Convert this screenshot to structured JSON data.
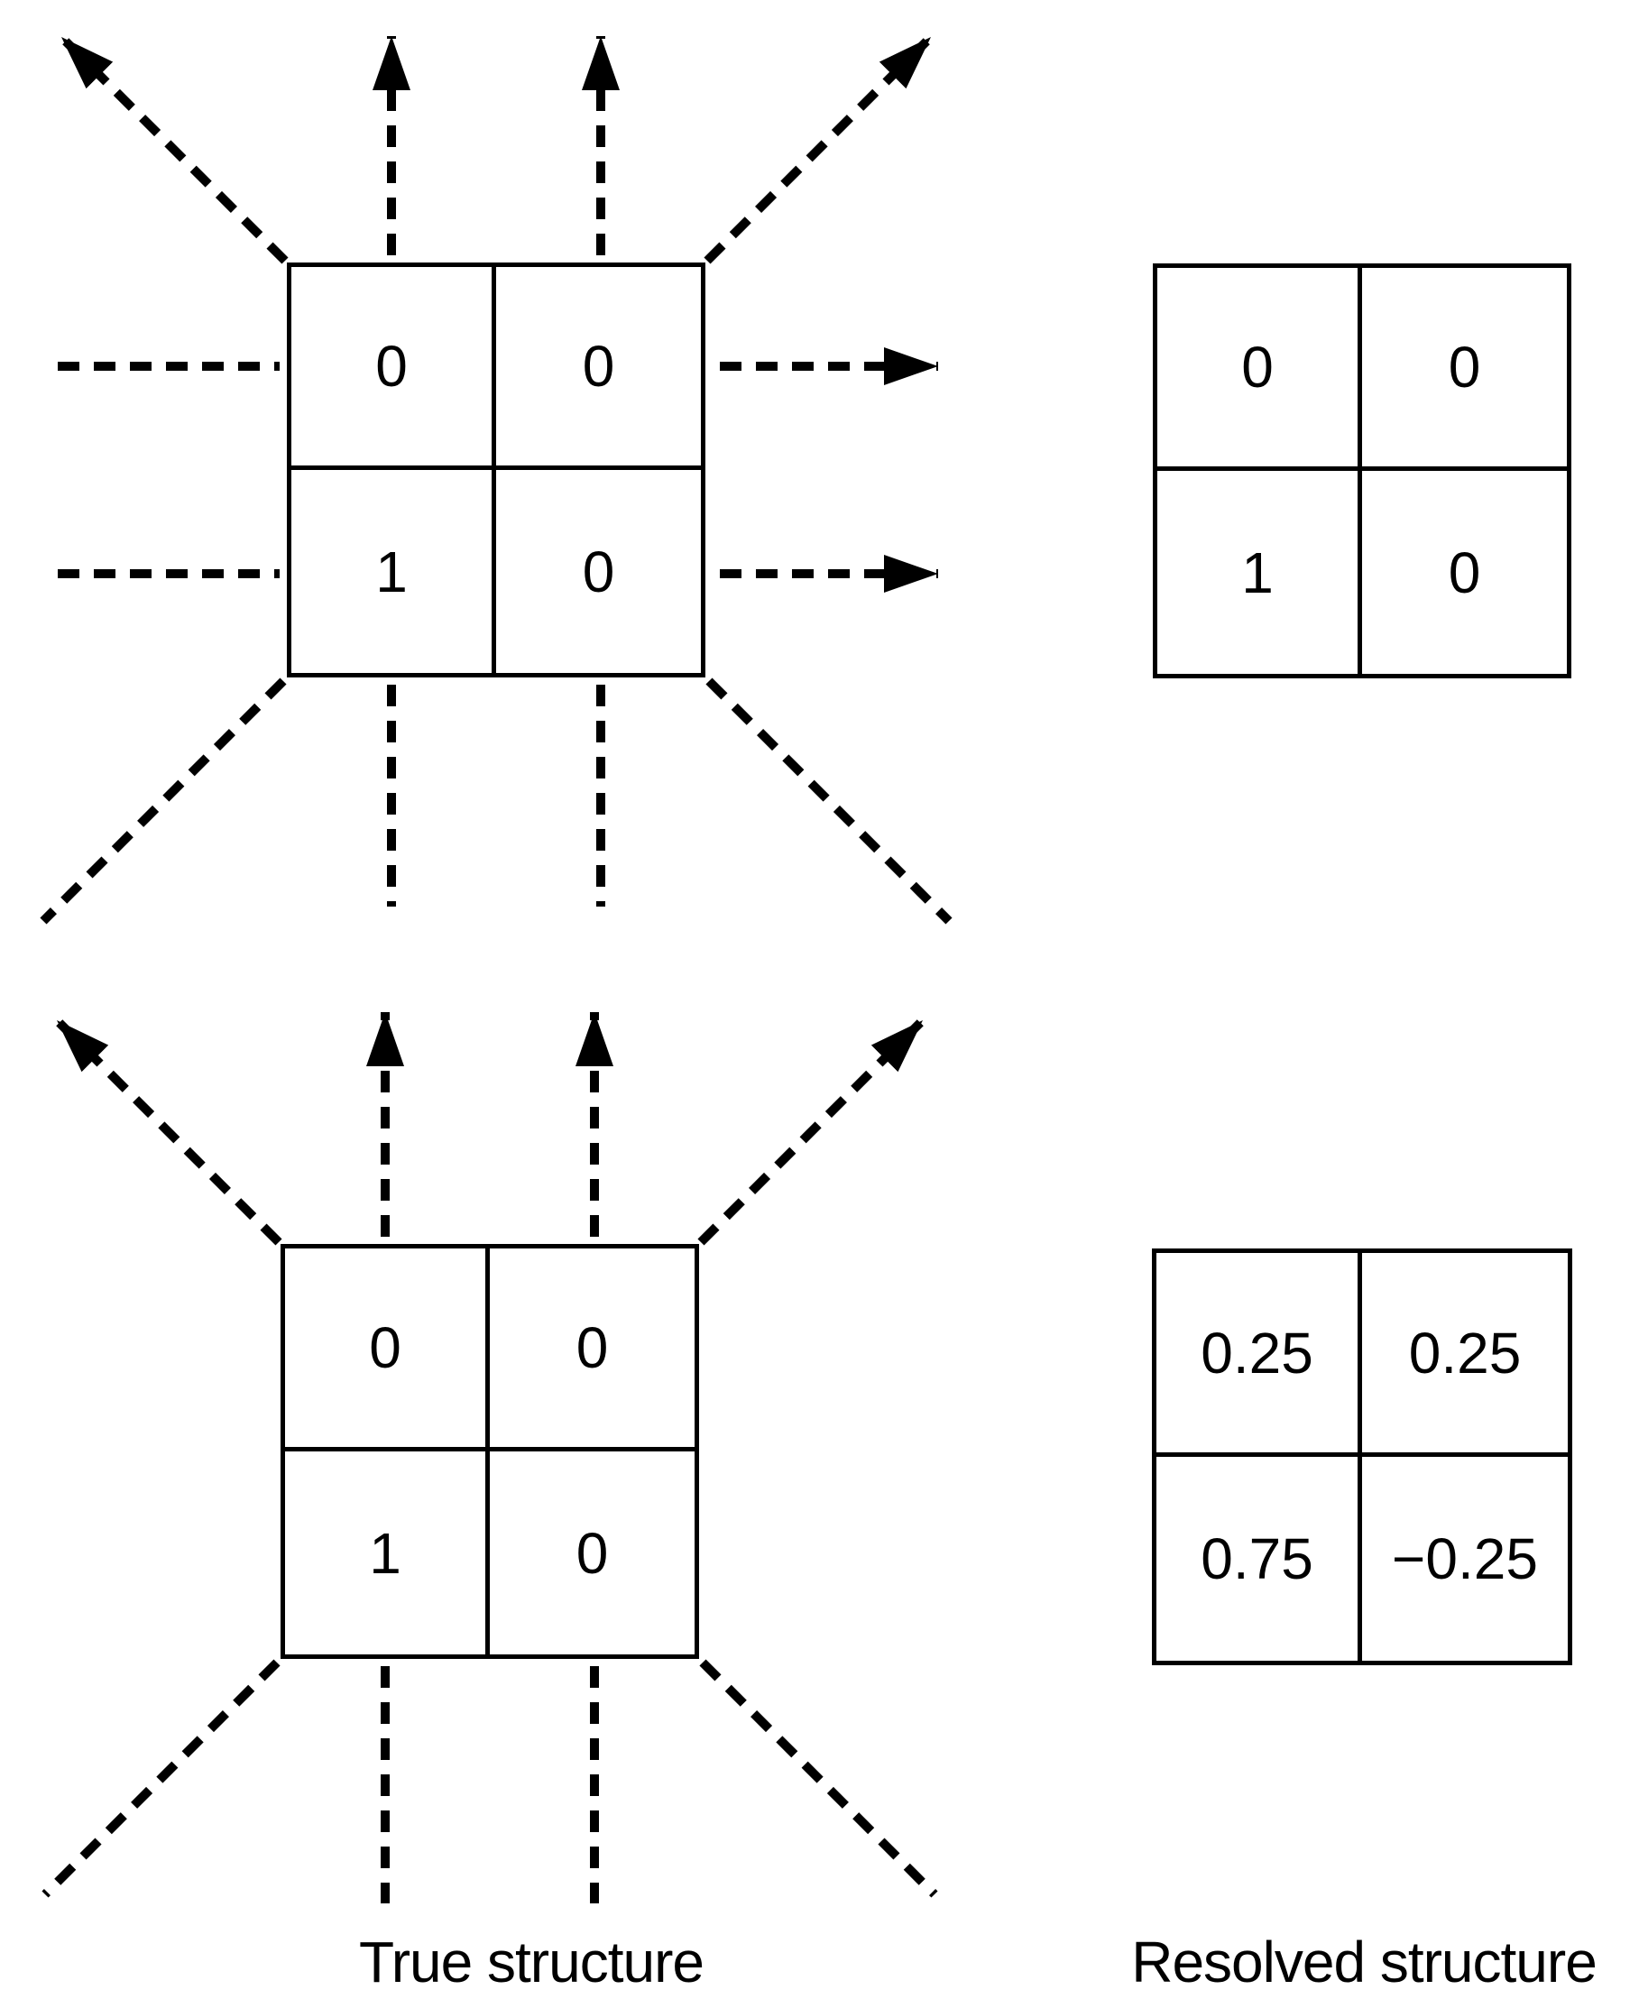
{
  "figure": {
    "caption_left": "True structure",
    "caption_right": "Resolved structure"
  },
  "grids": {
    "true_top": {
      "rows": [
        [
          "0",
          "0"
        ],
        [
          "1",
          "0"
        ]
      ]
    },
    "resolved_top": {
      "rows": [
        [
          "0",
          "0"
        ],
        [
          "1",
          "0"
        ]
      ]
    },
    "true_bottom": {
      "rows": [
        [
          "0",
          "0"
        ],
        [
          "1",
          "0"
        ]
      ]
    },
    "resolved_bottom": {
      "rows": [
        [
          "0.25",
          "0.25"
        ],
        [
          "0.75",
          "−0.25"
        ]
      ]
    }
  },
  "colors": {
    "ink": "#000000",
    "background": "#ffffff"
  }
}
